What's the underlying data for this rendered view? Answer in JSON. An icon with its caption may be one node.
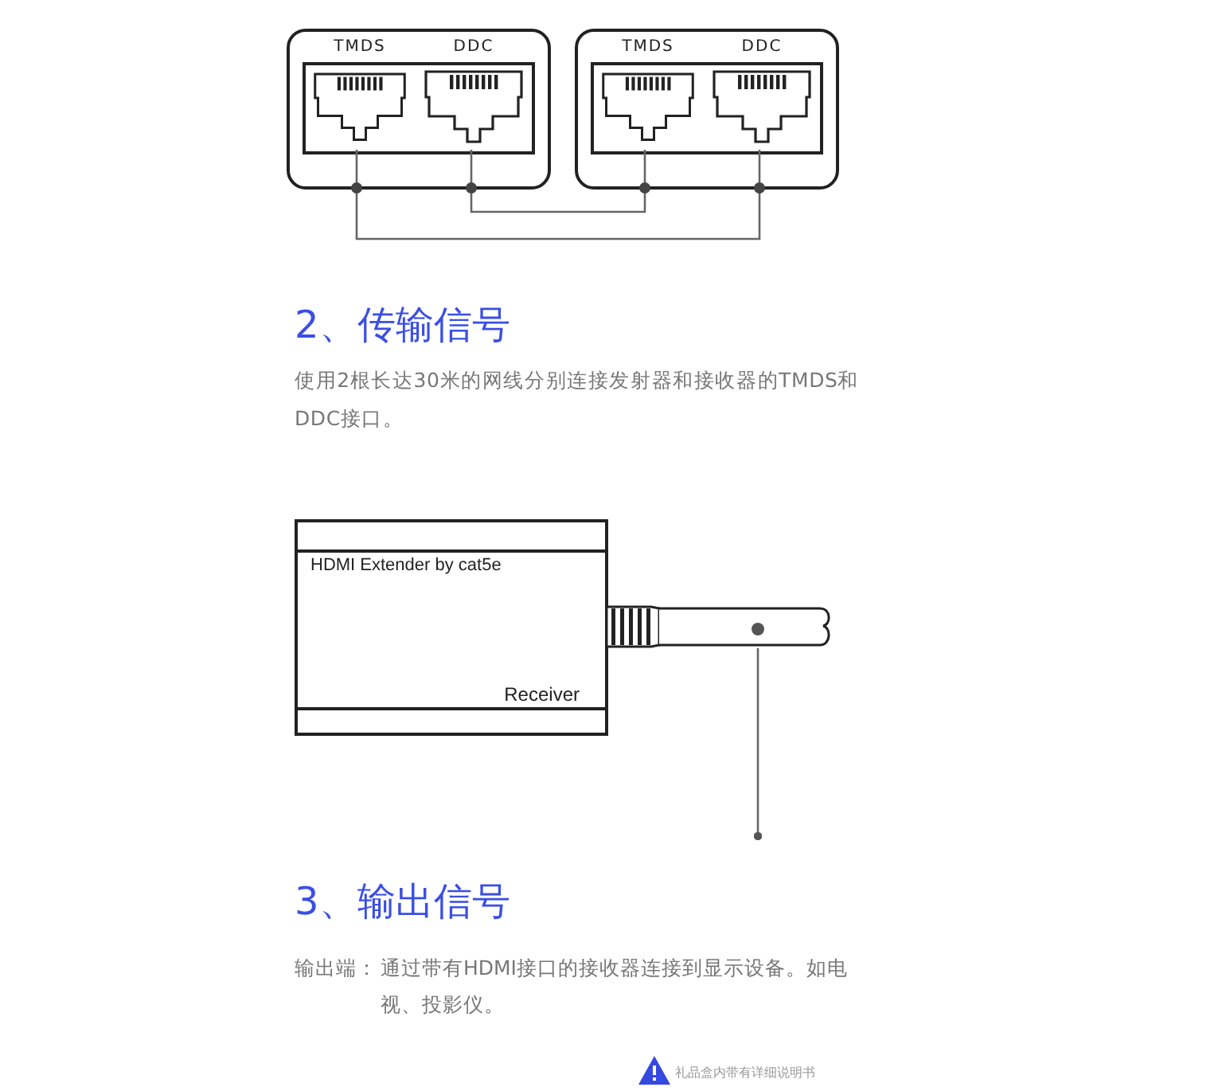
{
  "diagram": {
    "nodes": [
      {
        "text": [],
        "shape": "box"
      },
      {
        "text": [
          "TMDS"
        ],
        "in": 0
      },
      {
        "text": [
          "DDC"
        ],
        "in": 0
      },
      {
        "text": [],
        "shape": "box"
      },
      {
        "text": [
          "TMDS"
        ],
        "in": 3
      },
      {
        "text": [
          "DDC"
        ],
        "in": 3
      },
      {
        "text": [
          "HDMI Extender by cat5e",
          "Receiver"
        ]
      },
      {
        "text": [],
        "shape": "picture"
      }
    ],
    "edges": [
      {
        "from": 1,
        "to": 5,
        "arrow": "none"
      },
      {
        "from": 2,
        "to": 4,
        "arrow": "none"
      },
      {
        "from": 7,
        "to": null,
        "arrow": "other"
      }
    ],
    "labels": [
      "2、传输信号",
      "使用2根长达30米的网线分别连接发射器和接收器的TMDS和DDC接口。",
      "3、输出信号",
      "输出端：",
      "通过带有HDMI接口的接收器连接到显示设备。如电视、投影仪。",
      "礼品盒内带有详细说明书"
    ]
  }
}
